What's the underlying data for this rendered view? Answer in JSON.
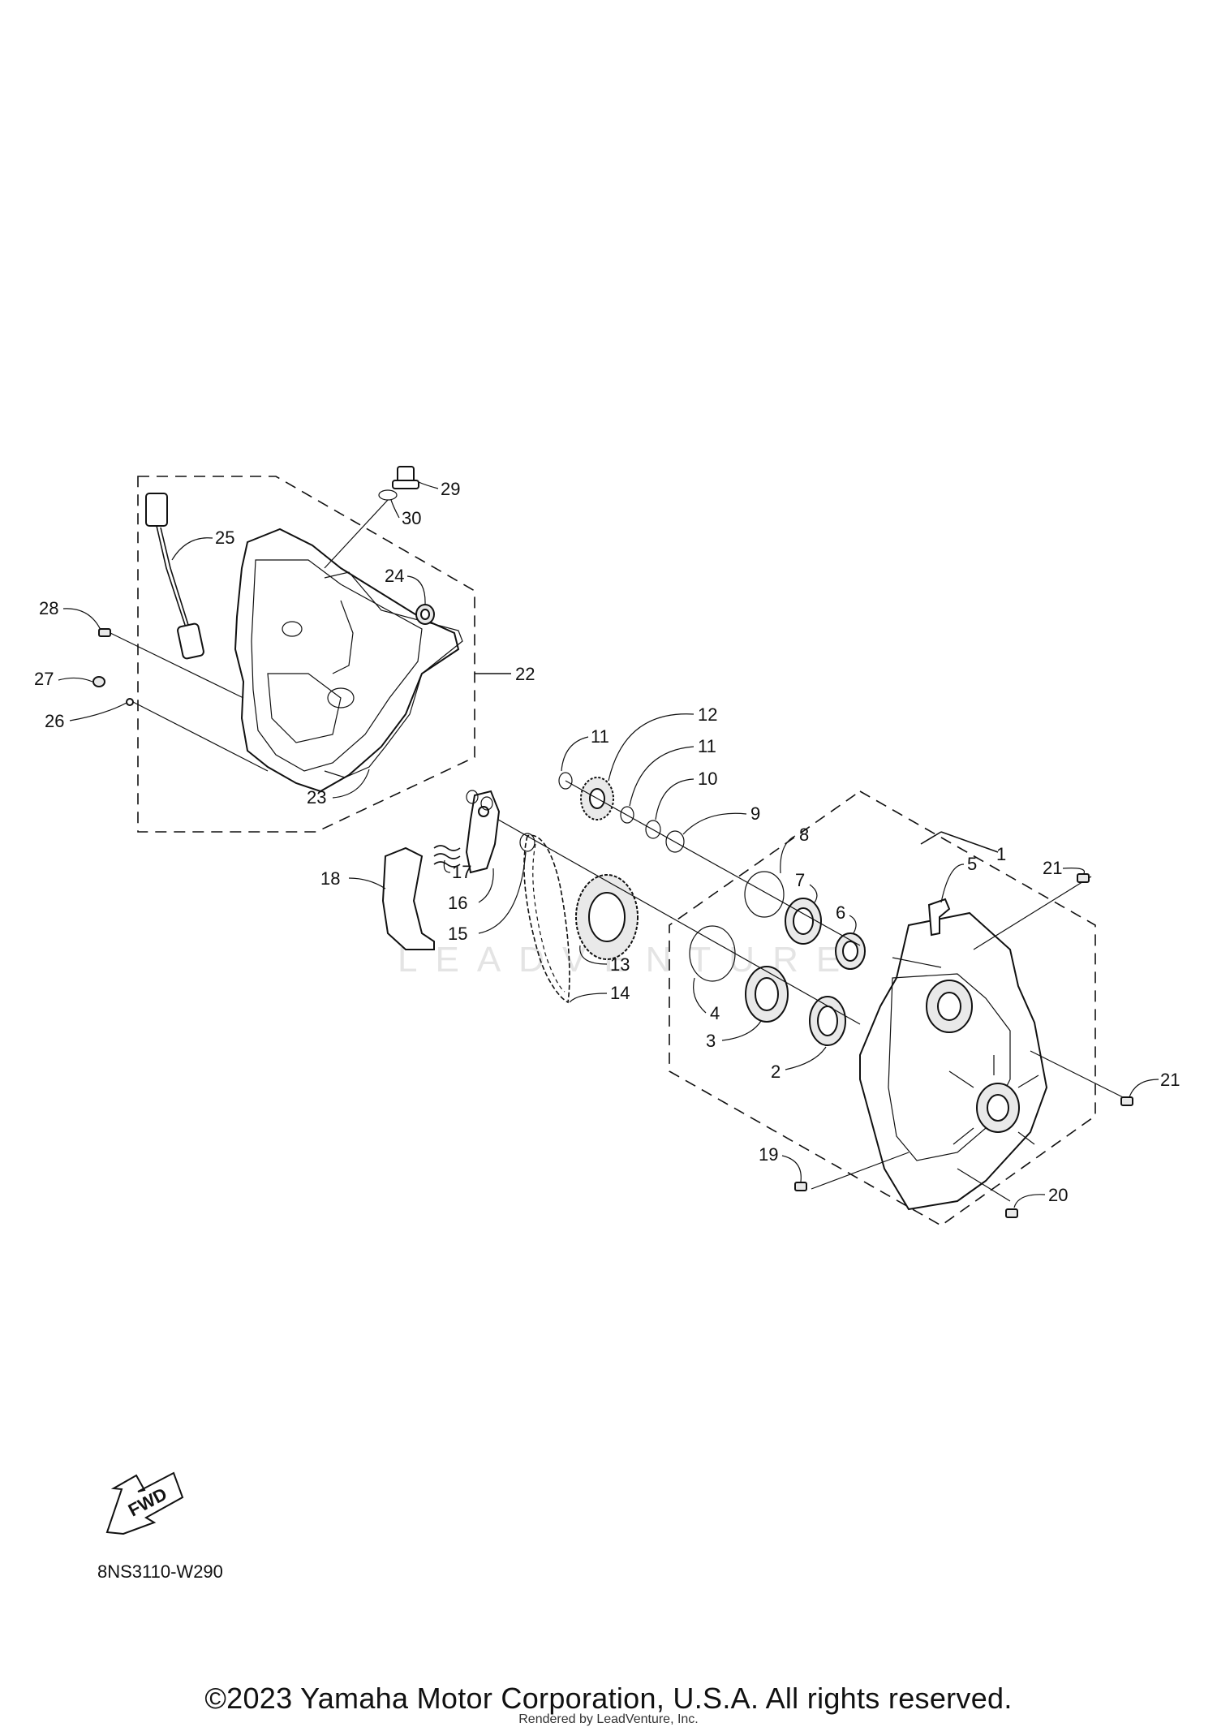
{
  "diagram": {
    "code": "8NS3110-W290",
    "fwd_label": "FWD",
    "watermark": "LEADVENTURE",
    "callouts": [
      "1",
      "2",
      "3",
      "4",
      "5",
      "6",
      "7",
      "8",
      "9",
      "10",
      "11",
      "11",
      "12",
      "13",
      "14",
      "15",
      "16",
      "17",
      "18",
      "19",
      "20",
      "21",
      "21",
      "22",
      "23",
      "24",
      "25",
      "26",
      "27",
      "28",
      "29",
      "30"
    ]
  },
  "footer": {
    "copyright": "©2023 Yamaha Motor Corporation, U.S.A. All rights reserved.",
    "rendered_by": "Rendered by LeadVenture, Inc."
  }
}
